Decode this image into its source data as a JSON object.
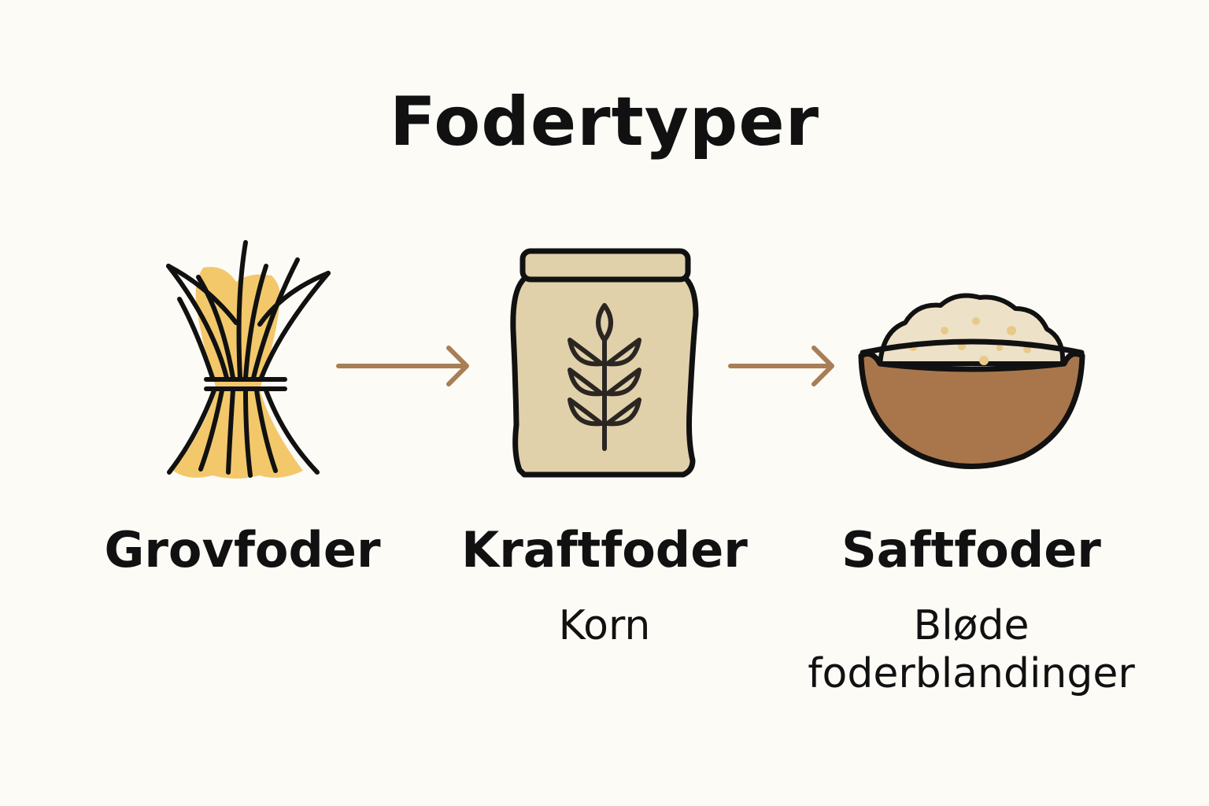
{
  "title": "Fodertyper",
  "items": [
    {
      "label": "Grovfoder",
      "sub": "",
      "icon": "hay-bundle-icon"
    },
    {
      "label": "Kraftfoder",
      "sub": "Korn",
      "icon": "grain-sack-icon"
    },
    {
      "label": "Saftfoder",
      "sub": "Bløde\nfoderblandinger",
      "icon": "feed-bowl-icon"
    }
  ],
  "colors": {
    "background": "#fdfbf6",
    "hay": "#f2c86a",
    "sack": "#e0d1ab",
    "bowl": "#a9764b",
    "mash": "#ede2c8",
    "arrow": "#a77e55",
    "outline": "#111111"
  }
}
